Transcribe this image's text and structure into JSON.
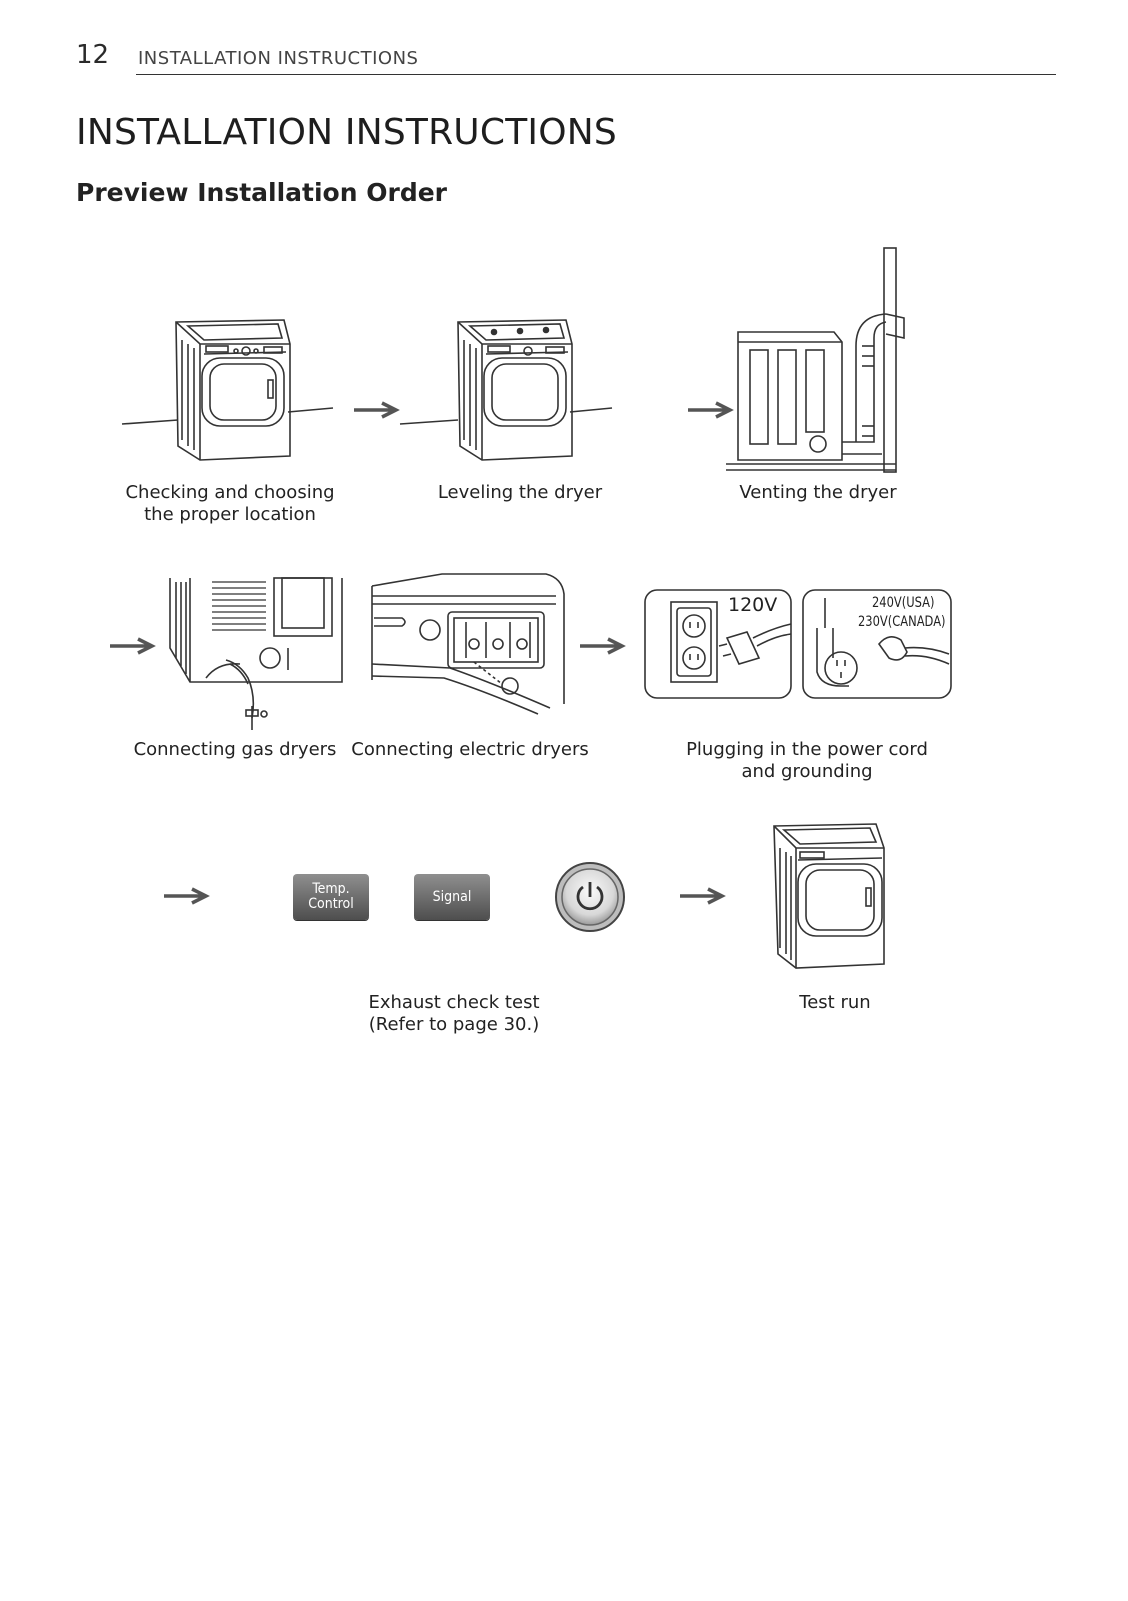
{
  "header": {
    "page_number": "12",
    "section_title": "INSTALLATION INSTRUCTIONS"
  },
  "title": "INSTALLATION INSTRUCTIONS",
  "subtitle": "Preview Installation Order",
  "steps": {
    "location": "Checking and choosing\nthe proper location",
    "leveling": "Leveling the dryer",
    "venting": "Venting the dryer",
    "gas": "Connecting gas dryers",
    "electric": "Connecting electric dryers",
    "power": "Plugging in the power cord\nand grounding",
    "exhaust": "Exhaust check test\n(Refer to page 30.)",
    "test_run": "Test run"
  },
  "outlets": {
    "small": "120V",
    "large_usa": "240V(USA)",
    "large_canada": "230V(CANADA)"
  },
  "buttons": {
    "temp_control": "Temp.\nControl",
    "signal": "Signal",
    "power_icon": "power-icon"
  }
}
